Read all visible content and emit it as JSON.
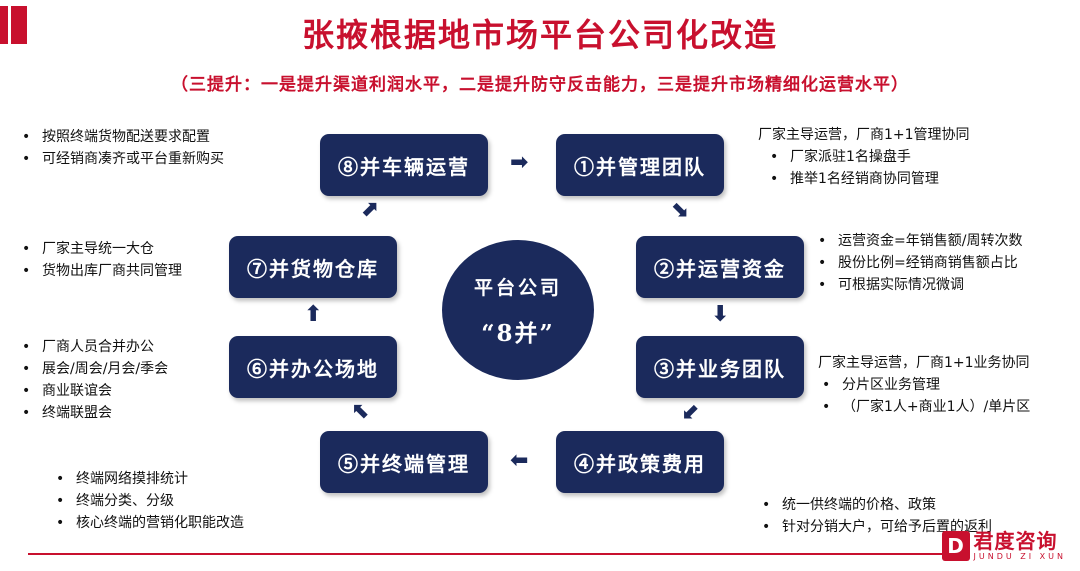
{
  "title": "张掖根据地市场平台公司化改造",
  "subtitle": "（三提升：一是提升渠道利润水平，二是提升防守反击能力，三是提升市场精细化运营水平）",
  "center": {
    "line1": "平台公司",
    "line2": "“8并”"
  },
  "steps": {
    "s1": "①并管理团队",
    "s2": "②并运营资金",
    "s3": "③并业务团队",
    "s4": "④并政策费用",
    "s5": "⑤并终端管理",
    "s6": "⑥并办公场地",
    "s7": "⑦并货物仓库",
    "s8": "⑧并车辆运营"
  },
  "notes": {
    "n1": {
      "head": "厂家主导运营，厂商1+1管理协同",
      "items": [
        "厂家派驻1名操盘手",
        "推举1名经销商协同管理"
      ]
    },
    "n2": {
      "items": [
        "运营资金=年销售额/周转次数",
        "股份比例=经销商销售额占比",
        "可根据实际情况微调"
      ]
    },
    "n3": {
      "head": "厂家主导运营，厂商1+1业务协同",
      "items": [
        "分片区业务管理",
        "（厂家1人+商业1人）/单片区"
      ]
    },
    "n4": {
      "items": [
        "统一供终端的价格、政策",
        "针对分销大户，可给予后置的返利"
      ]
    },
    "n5": {
      "items": [
        "终端网络摸排统计",
        "终端分类、分级",
        "核心终端的营销化职能改造"
      ]
    },
    "n6": {
      "items": [
        "厂商人员合并办公",
        "展会/周会/月会/季会",
        "商业联谊会",
        "终端联盟会"
      ]
    },
    "n7": {
      "items": [
        "厂家主导统一大仓",
        "货物出库厂商共同管理"
      ]
    },
    "n8": {
      "items": [
        "按照终端货物配送要求配置",
        "可经销商凑齐或平台重新购买"
      ]
    }
  },
  "bullet": "•",
  "arrows": {
    "right": "➡",
    "left": "⬅",
    "down": "⬇",
    "up": "⬆",
    "down_right": "⬊",
    "down_left": "⬋",
    "up_left": "⬉",
    "up_right": "⬈"
  },
  "logo": {
    "mark": "D",
    "cn": "君度咨询",
    "en": "JUNDU ZI XUN"
  },
  "colors": {
    "red": "#c8102e",
    "navy": "#1b2a5c"
  }
}
